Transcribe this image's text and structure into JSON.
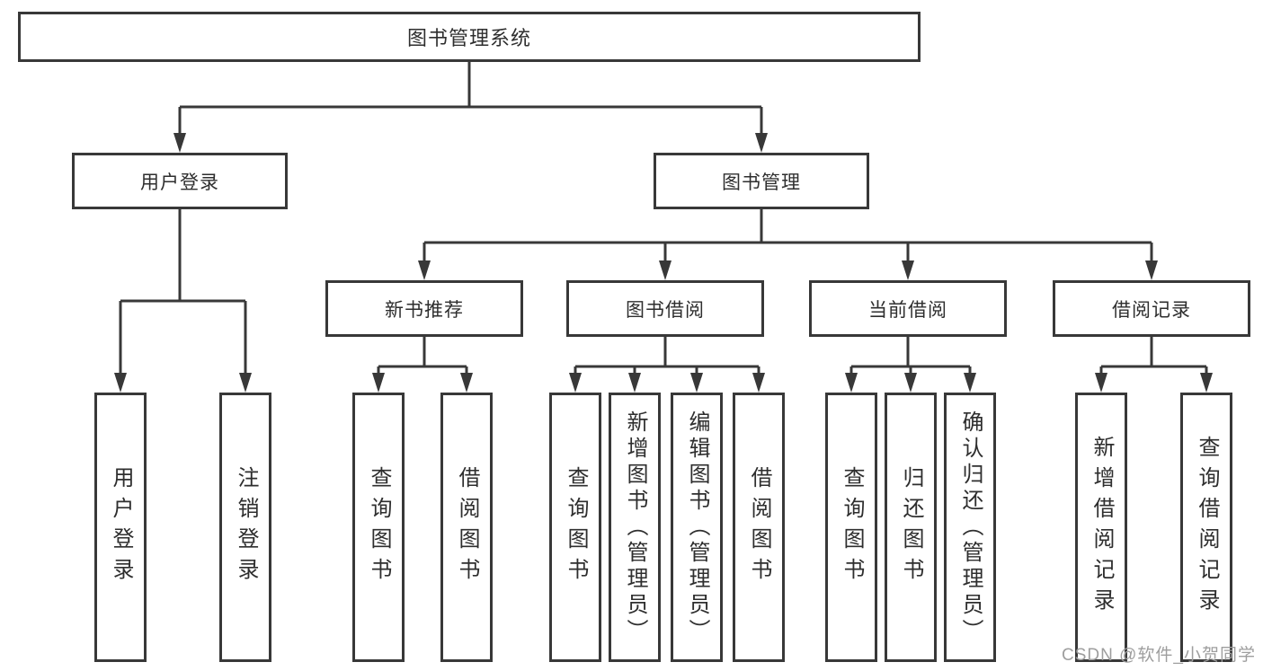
{
  "tree": {
    "root": {
      "label": "图书管理系统",
      "children": [
        {
          "label": "用户登录",
          "children": [
            {
              "label": "用户登录"
            },
            {
              "label": "注销登录"
            }
          ]
        },
        {
          "label": "图书管理",
          "children": [
            {
              "label": "新书推荐",
              "children": [
                {
                  "label": "查询图书"
                },
                {
                  "label": "借阅图书"
                }
              ]
            },
            {
              "label": "图书借阅",
              "children": [
                {
                  "label": "查询图书"
                },
                {
                  "label": "新增图书（管理员）"
                },
                {
                  "label": "编辑图书（管理员）"
                },
                {
                  "label": "借阅图书"
                }
              ]
            },
            {
              "label": "当前借阅",
              "children": [
                {
                  "label": "查询图书"
                },
                {
                  "label": "归还图书"
                },
                {
                  "label": "确认归还（管理员）"
                }
              ]
            },
            {
              "label": "借阅记录",
              "children": [
                {
                  "label": "新增借阅记录"
                },
                {
                  "label": "查询借阅记录"
                }
              ]
            }
          ]
        }
      ]
    }
  },
  "colors": {
    "line": "#383838",
    "text": "#2e2e2e",
    "watermark_text_color": "#9e9e9e"
  },
  "watermark": {
    "text": "CSDN @软件_小贺同学"
  }
}
